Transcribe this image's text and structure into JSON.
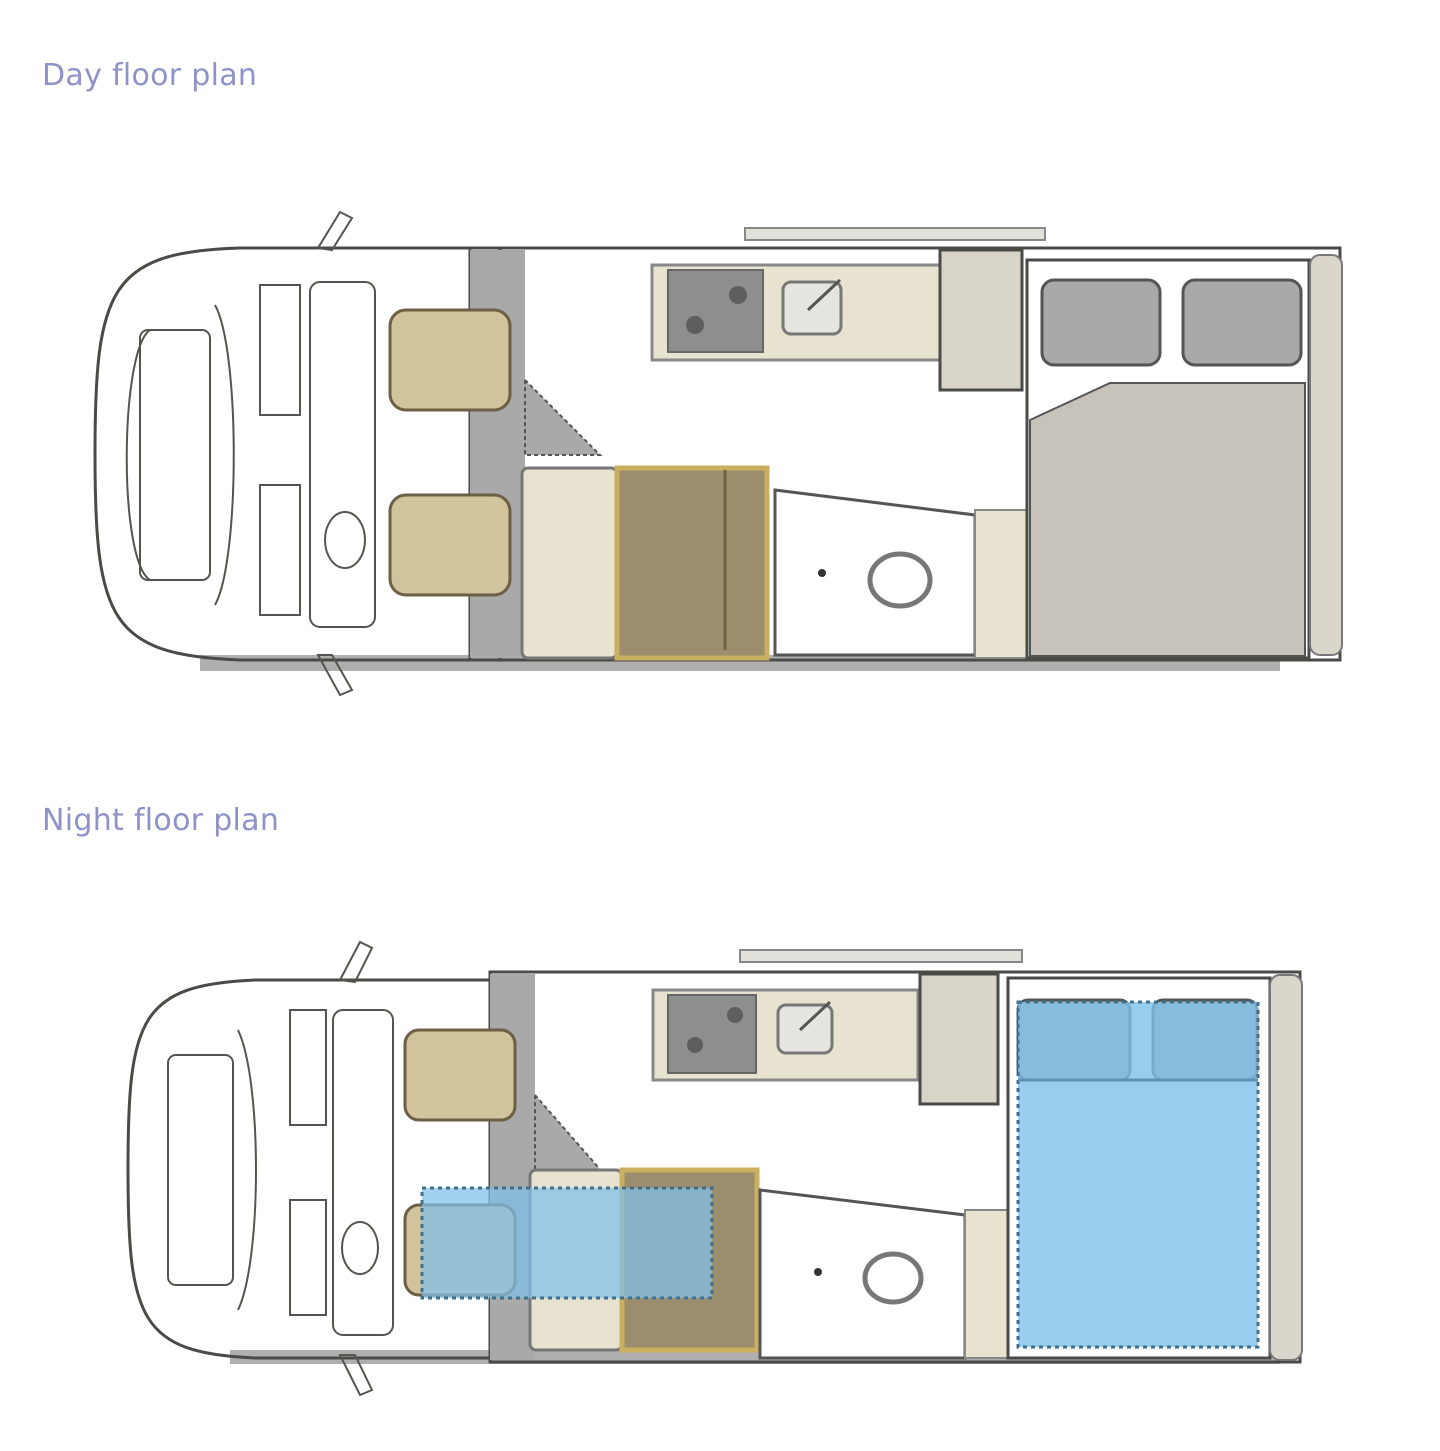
{
  "day": {
    "title": "Day floor plan",
    "areas": [
      "cab",
      "driver-seat",
      "passenger-seat",
      "kitchen-hob",
      "kitchen-sink",
      "wardrobe",
      "dinette-bench",
      "table",
      "washroom",
      "rear-bed",
      "pillows"
    ]
  },
  "night": {
    "title": "Night floor plan",
    "sleeping_areas": [
      "dinette-bed",
      "rear-double-bed"
    ]
  },
  "colors": {
    "title": "#8f92c8",
    "body": "#dad6cc",
    "floor": "#dcdcdc",
    "floor_dark": "#a9a9a9",
    "seat": "#d1c39c",
    "cabinet": "#e8e2d0",
    "table": "#9c8d6c",
    "table_edge": "#c8b060",
    "washroom": "#ffffff",
    "bed": "#c7c3bb",
    "pillow": "#a9a9a9",
    "hob": "#8e8e8c",
    "sleep_overlay": "#7fc0ea"
  }
}
